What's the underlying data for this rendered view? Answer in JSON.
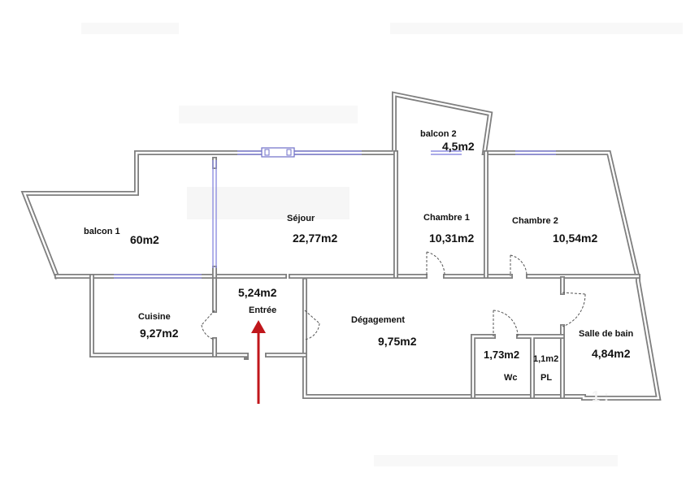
{
  "rooms": {
    "balcon1": {
      "name": "balcon 1",
      "area": "60m2"
    },
    "balcon2": {
      "name": "balcon 2",
      "area": "4,5m2"
    },
    "sejour": {
      "name": "Séjour",
      "area": "22,77m2"
    },
    "chambre1": {
      "name": "Chambre 1",
      "area": "10,31m2"
    },
    "chambre2": {
      "name": "Chambre 2",
      "area": "10,54m2"
    },
    "cuisine": {
      "name": "Cuisine",
      "area": "9,27m2"
    },
    "entree": {
      "name": "Entrée",
      "area": "5,24m2"
    },
    "degagement": {
      "name": "Dégagement",
      "area": "9,75m2"
    },
    "wc": {
      "name": "Wc",
      "area": "1,73m2"
    },
    "placard": {
      "name": "PL",
      "area": "1,1m2"
    },
    "salle_de_bain": {
      "name": "Salle de bain",
      "area": "4,84m2"
    }
  },
  "colors": {
    "wall": "#7f7f7f",
    "window": "#8f8fe0",
    "entry_arrow": "#c0161b"
  }
}
